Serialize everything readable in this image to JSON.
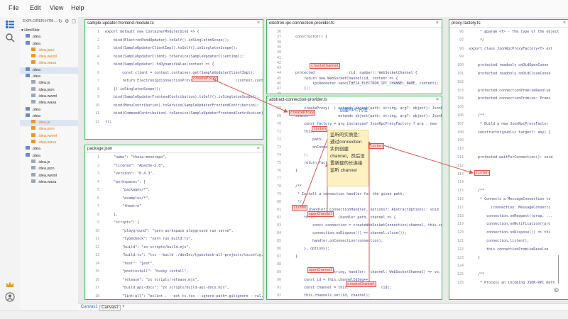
{
  "menu": [
    "File",
    "Edit",
    "View",
    "Help"
  ],
  "explorer": {
    "header": "EXPLORER:HTM…",
    "root": "Html5biz",
    "rows": [
      {
        "label": ".idea",
        "kind": "folder",
        "sel": false
      },
      {
        "label": ".idea",
        "kind": "folder",
        "sel": false
      },
      {
        "label": ".idea.json",
        "kind": "orange",
        "sel": false
      },
      {
        "label": ".idea.wwml",
        "kind": "orange",
        "sel": false
      },
      {
        "label": ".idea.wasa",
        "kind": "orange",
        "sel": false
      },
      {
        "label": ".idea",
        "kind": "folder",
        "sel": true
      },
      {
        "label": ".idea",
        "kind": "folder",
        "sel": false
      },
      {
        "label": ".idea.js",
        "kind": "file",
        "sel": false
      },
      {
        "label": ".idea.json",
        "kind": "file",
        "sel": false
      },
      {
        "label": ".idea.wwml",
        "kind": "file",
        "sel": false
      },
      {
        "label": ".idea.wasa",
        "kind": "file",
        "sel": false
      },
      {
        "label": ".idea",
        "kind": "folder",
        "sel": false
      },
      {
        "label": ".idea",
        "kind": "folder",
        "sel": false
      },
      {
        "label": ".idea.js",
        "kind": "orange",
        "sel": true
      },
      {
        "label": ".idea.json",
        "kind": "orange",
        "sel": false
      },
      {
        "label": ".idea.wwml",
        "kind": "orange",
        "sel": false
      },
      {
        "label": ".idea.wasa",
        "kind": "orange",
        "sel": false
      },
      {
        "label": ".idea",
        "kind": "folder",
        "sel": false
      },
      {
        "label": ".idea",
        "kind": "folder",
        "sel": false
      },
      {
        "label": ".idea.js",
        "kind": "file",
        "sel": false
      },
      {
        "label": ".idea.json",
        "kind": "file",
        "sel": false
      },
      {
        "label": ".idea.wwml",
        "kind": "file",
        "sel": false
      },
      {
        "label": ".idea.wasa",
        "kind": "file",
        "sel": false
      }
    ]
  },
  "panels": [
    {
      "id": "p1",
      "title": "sample-updater-frontend-module.ts",
      "lines": [
        [
          "1",
          "export default new ContainerModule(bind => {"
        ],
        [
          "2",
          "    bind(ElectronPendUpdater).toSelf().inSingletonScope();"
        ],
        [
          "3",
          "    bind(SampleUpdaterClientImpl).toSelf().inSingletonScope();"
        ],
        [
          "4",
          "    bind(SampleUpdaterClient).toService(SampleUpdaterClientImpl);"
        ],
        [
          "5",
          "    bind(SampleUpdater).toDynamicValue(context => {"
        ],
        [
          "6",
          "        const client = context.container.get(SampleUpdaterClientImpl);"
        ],
        [
          "7",
          "        return ElectronIpcConnectionProvider.                (context.container, ..."
        ],
        [
          "8",
          "    }).inSingletonScope();"
        ],
        [
          "9",
          "    bind(SampleUpdaterFrontendContribution).toSelf().inSingletonScope();"
        ],
        [
          "10",
          "    bind(MenuContribution).toService(SampleUpdaterFrontendContribution);"
        ],
        [
          "11",
          "    bind(CommandContribution).toService(SampleUpdaterFrontendContribution);"
        ],
        [
          "12",
          "});"
        ]
      ]
    },
    {
      "id": "p2",
      "title": "package.json",
      "lines": [
        [
          "1",
          "    \"name\": \"theia-monorepo\","
        ],
        [
          "2",
          "    \"license\": \"Apache-2.0\","
        ],
        [
          "3",
          "    \"version\": \"0.4.3\","
        ],
        [
          "4",
          "    \"workspaces\": ["
        ],
        [
          "5",
          "        \"packages/*\","
        ],
        [
          "6",
          "        \"examples/*\","
        ],
        [
          "7",
          "        \"theatre\""
        ],
        [
          "8",
          "    ],"
        ],
        [
          "9",
          "    \"scripts\": {"
        ],
        [
          "10",
          "        \"playground\": \"yarn workspace playground run serve\","
        ],
        [
          "11",
          "        \"typecheck\": \"yarn run build:ts\","
        ],
        [
          "12",
          "        \"build\": \"zx scripts/build.mjs\","
        ],
        [
          "13",
          "        \"build:ts\": \"tsc --build ./devEnv/typecheck-all-projects/tsconfig...\","
        ],
        [
          "14",
          "        \"test\": \"jest\","
        ],
        [
          "15",
          "        \"postinstall\": \"husky install\","
        ],
        [
          "16",
          "        \"release\": \"zx scripts/release.mjs\","
        ],
        [
          "17",
          "        \"build:api-docs\": \"zx scripts/build-api-docs.mjs\","
        ],
        [
          "18",
          "        \"lint:all\": \"eslint . --ext ts,tsx --ignore-path=.gitignore --rul..."
        ]
      ]
    },
    {
      "id": "p3",
      "title": "electron-ipc-connection-provider.ts",
      "lines": [
        [
          "36",
          ""
        ],
        [
          "37",
          "    constructor() {"
        ],
        [
          "38",
          ""
        ],
        [
          "39",
          ""
        ],
        [
          "40",
          ""
        ],
        [
          "41",
          ""
        ],
        [
          "42",
          ""
        ],
        [
          "43",
          ""
        ],
        [
          "44",
          "    protected                (id: number): WebSocketChannel {"
        ],
        [
          "45",
          "        return new WebSocketChannel(id, content => {"
        ],
        [
          "46",
          "            ipcRenderer.send(THEIA_ELECTRON_IPC_CHANNEL_NAME, content);"
        ],
        [
          "47",
          "        });"
        ],
        [
          "48",
          ""
        ]
      ]
    },
    {
      "id": "p4",
      "title": "abstract-connection-provider.ts",
      "lines": [
        [
          "68",
          "        createProxy(  ) extends object(path: string, arg?: object): JsonRp..."
        ],
        [
          "69",
          "    static              extends object(path: string, arg?: object): JsonRpcProx..."
        ],
        [
          "70",
          "        const factory = arg instanceof JsonRpcProxyFactory ? arg : new"
        ],
        [
          "71",
          "        this.       (  ,"
        ],
        [
          "72",
          "            path,"
        ],
        [
          "73",
          "            onConnection => factory.           (),"
        ],
        [
          "74",
          "        );"
        ],
        [
          "75",
          "        return factory.createProxy();"
        ],
        [
          "76",
          "    }"
        ],
        [
          "77",
          ""
        ],
        [
          "78",
          "    /**"
        ],
        [
          "79",
          "     * Install a connection handler for the given path."
        ],
        [
          "80",
          "     */"
        ],
        [
          "81",
          "          (handler: ConnectionHandler, options?: AbstractOptions): void"
        ],
        [
          "82",
          "        this.           (handler.path, channel => {"
        ],
        [
          "83",
          "            const connection = createWebSocketConnection(channel, this.co..."
        ],
        [
          "84",
          "            connection.onDispose(() => channel.close());"
        ],
        [
          "85",
          "            handler.onConnection(connection);"
        ],
        [
          "86",
          "        }, options);"
        ],
        [
          "87",
          "    }"
        ],
        [
          "88",
          ""
        ],
        [
          "89",
          "              (path: string, handler: (channel: WebSocketChannel) => vo..."
        ],
        [
          "90",
          "        const id = this.channelIdSeq++;"
        ],
        [
          "91",
          "        const channel = this.               (id);"
        ],
        [
          "92",
          "        this.channels.set(id, channel);"
        ]
      ]
    },
    {
      "id": "p5",
      "title": "proxy-factory.ts",
      "lines": [
        [
          "96",
          "     * @param <T> - The type of the object"
        ],
        [
          "97",
          "     */"
        ],
        [
          "98",
          "export class JsonRpcProxyFactory<T> ext"
        ],
        [
          "99",
          ""
        ],
        [
          "100",
          "    protected readonly onDidOpenConne"
        ],
        [
          "101",
          "    protected readonly onDidCloseConne"
        ],
        [
          "102",
          ""
        ],
        [
          "103",
          "    protected connectionPromiseResolve"
        ],
        [
          "104",
          "    protected connectionPromise: Promi"
        ],
        [
          "105",
          ""
        ],
        [
          "106",
          "    /**"
        ],
        [
          "107",
          "     * Build a new JsonRpcProxyFactor"
        ],
        [
          "108",
          "    constructor(public target?: any) {"
        ],
        [
          "109",
          ""
        ],
        [
          "110",
          ""
        ],
        [
          "111",
          "    protected waitForConnection(): void"
        ],
        [
          "112",
          ""
        ],
        [
          "113",
          ""
        ],
        [
          "114",
          ""
        ],
        [
          "115",
          "    /**"
        ],
        [
          "116",
          "     * Connects a MessageConnection to"
        ],
        [
          "117",
          "          (connection: MessageConnecti"
        ],
        [
          "118",
          "        connection.onRequest((prop, ..."
        ],
        [
          "119",
          "        connection.onNotification((pro"
        ],
        [
          "120",
          "        connection.onDispose(() => thi"
        ],
        [
          "121",
          "        connection.listen();"
        ],
        [
          "122",
          "        this.connectionPromiseResolve"
        ],
        [
          "123",
          "    }"
        ],
        [
          "124",
          ""
        ],
        [
          "125",
          "    /**"
        ],
        [
          "126",
          "     * Process an incoming JSON-RPC meth"
        ]
      ]
    }
  ],
  "highlights": [
    {
      "key": "h1",
      "text": "createProxy"
    },
    {
      "key": "h2",
      "text": "createChannel"
    },
    {
      "key": "h3",
      "text": "createProxy"
    },
    {
      "key": "h4",
      "text": "listen"
    },
    {
      "key": "h5",
      "text": "listen"
    },
    {
      "key": "h6",
      "text": "listen"
    },
    {
      "key": "h7",
      "text": "openChannel"
    },
    {
      "key": "h8",
      "text": "openChannel"
    },
    {
      "key": "h9",
      "text": "createChannel"
    },
    {
      "key": "h10",
      "text": "listen"
    }
  ],
  "note_label": "创建RPC代理",
  "sticky_note": "监听的实质是：通过connection实例创建channel，然后设置新建的长连接监听 channel",
  "bottom_tabs": [
    "Canvas1",
    "Canvas1",
    "+"
  ],
  "colors": {
    "panel_border": "#2fbf4f",
    "highlight_fill": "#ffd7d4",
    "highlight_border": "#e0554c",
    "arrow": "#e0554c",
    "note_bg": "#fdf1c2"
  }
}
